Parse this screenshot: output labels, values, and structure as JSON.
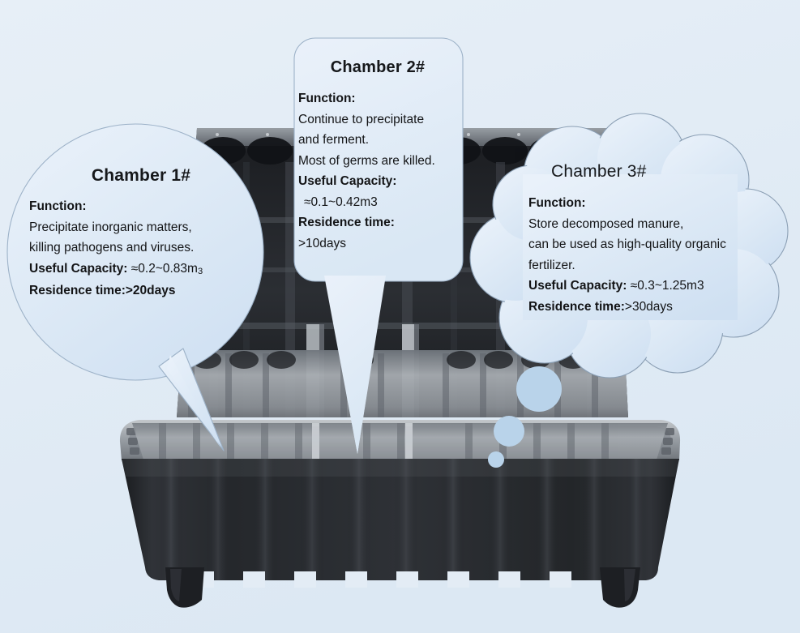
{
  "meta": {
    "subject": "Three-chamber septic tank cutaway with annotation callouts",
    "background_color": "#e3ecf5",
    "bubble_fill": "#dce8f5",
    "bubble_stroke": "#8fa6bd",
    "text_color": "#131416"
  },
  "callouts": [
    {
      "id": "chamber-1",
      "shape": "ellipse-speech-bubble",
      "title": "Chamber 1#",
      "lines": [
        {
          "text": "Function:",
          "bold": true
        },
        {
          "text": "Precipitate inorganic matters,",
          "bold": false
        },
        {
          "text": "killing pathogens and viruses.",
          "bold": false
        },
        {
          "text": "Useful Capacity:",
          "bold": true,
          "value": "≈0.2~0.83m3"
        },
        {
          "text": "Residence time:>20days",
          "bold": true
        }
      ],
      "function_label": "Function:",
      "function_text_1": "Precipitate inorganic matters,",
      "function_text_2": "killing pathogens and viruses.",
      "capacity_label": "Useful Capacity:",
      "capacity_value": "≈0.2~0.83m",
      "capacity_unit_sub": "3",
      "residence": "Residence time:>20days"
    },
    {
      "id": "chamber-2",
      "shape": "rounded-rect-speech-bubble",
      "title": "Chamber 2#",
      "function_label": "Function:",
      "function_text_1": "Continue to precipitate",
      "function_text_2": "and ferment.",
      "function_text_3": "Most of germs are killed.",
      "capacity_label": "Useful Capacity:",
      "capacity_value": "≈0.1~0.42m3",
      "residence_label": "Residence time:",
      "residence_value": ">10days"
    },
    {
      "id": "chamber-3",
      "shape": "cloud-thought-bubble",
      "title": "Chamber 3#",
      "function_label": "Function:",
      "function_text_1": "Store decomposed manure,",
      "function_text_2": "can be used as high-quality organic",
      "function_text_3": "fertilizer.",
      "capacity_label": "Useful Capacity:",
      "capacity_value": "≈0.3~1.25m3",
      "residence_label": "Residence time:",
      "residence_value": ">30days"
    }
  ],
  "product": {
    "name": "three-chamber-septic-tank",
    "description": "Black ribbed plastic septic tank, open cutaway showing three internal chambers",
    "body_color": "#24262a",
    "interior_color": "#8d9196"
  }
}
